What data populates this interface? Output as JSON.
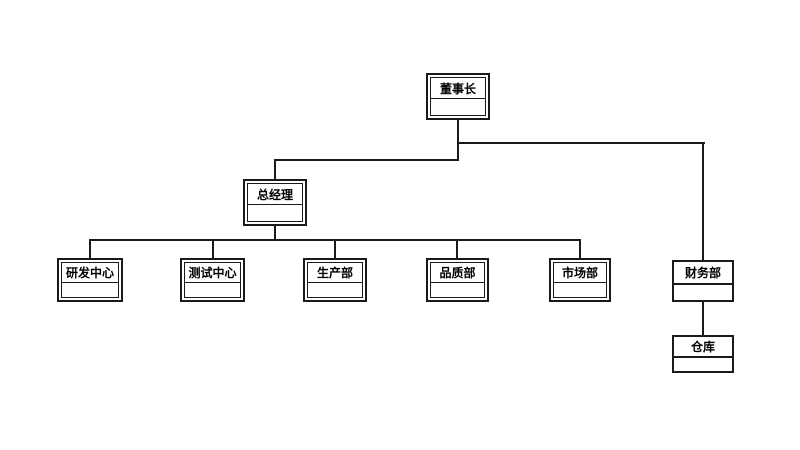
{
  "diagram": {
    "type": "org-chart",
    "background_color": "#ffffff",
    "line_color": "#1a1a1a",
    "text_color": "#000000",
    "node_fill_color": "#ffffff",
    "nodes": [
      {
        "id": "chairman",
        "label": "董事长",
        "level": 1,
        "style": "double-border"
      },
      {
        "id": "general-manager",
        "label": "总经理",
        "level": 2,
        "style": "double-border"
      },
      {
        "id": "rd-center",
        "label": "研发中心",
        "level": 3,
        "style": "double-border"
      },
      {
        "id": "test-center",
        "label": "测试中心",
        "level": 3,
        "style": "double-border"
      },
      {
        "id": "production-dept",
        "label": "生产部",
        "level": 3,
        "style": "double-border"
      },
      {
        "id": "quality-dept",
        "label": "品质部",
        "level": 3,
        "style": "double-border"
      },
      {
        "id": "marketing-dept",
        "label": "市场部",
        "level": 3,
        "style": "double-border"
      },
      {
        "id": "finance-dept",
        "label": "财务部",
        "level": 2,
        "style": "single-border"
      },
      {
        "id": "warehouse",
        "label": "仓库",
        "level": 3,
        "style": "single-border"
      }
    ],
    "edges": [
      {
        "from": "chairman",
        "to": "general-manager"
      },
      {
        "from": "chairman",
        "to": "finance-dept"
      },
      {
        "from": "general-manager",
        "to": "rd-center"
      },
      {
        "from": "general-manager",
        "to": "test-center"
      },
      {
        "from": "general-manager",
        "to": "production-dept"
      },
      {
        "from": "general-manager",
        "to": "quality-dept"
      },
      {
        "from": "general-manager",
        "to": "marketing-dept"
      },
      {
        "from": "finance-dept",
        "to": "warehouse"
      }
    ]
  }
}
